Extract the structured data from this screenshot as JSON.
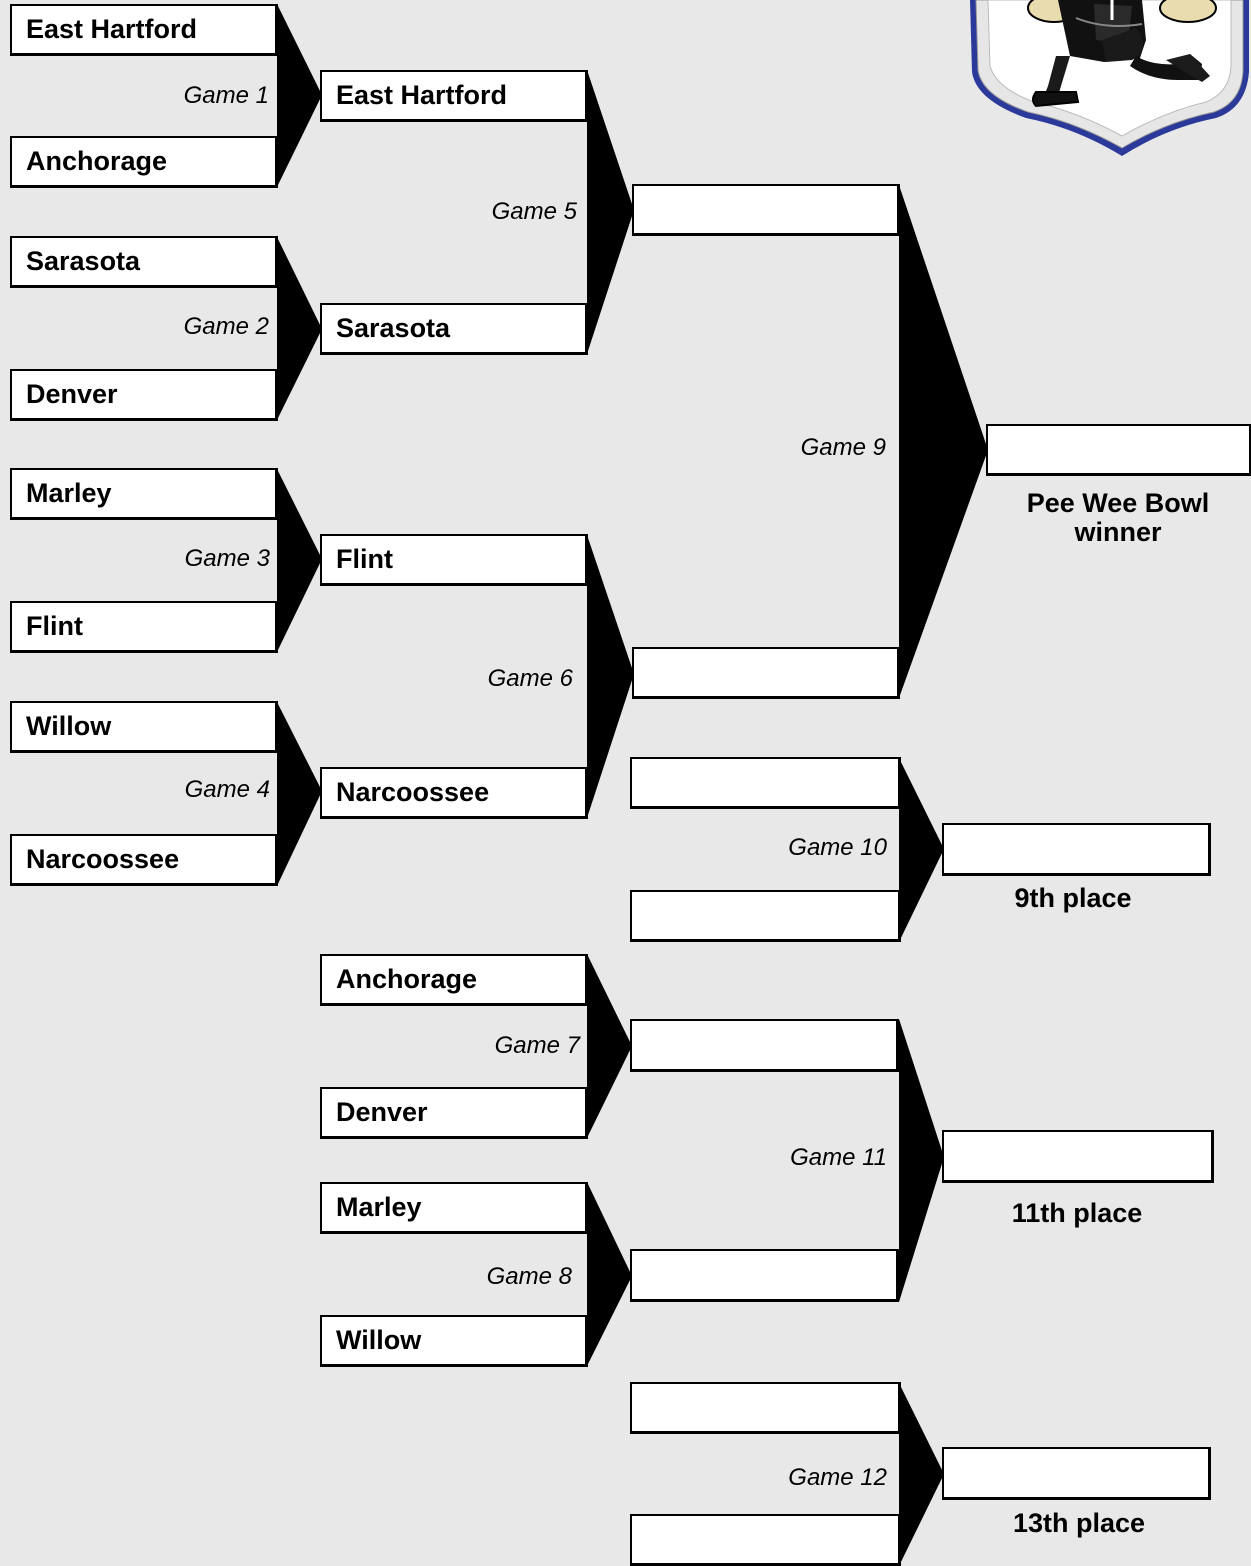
{
  "bracket": {
    "round1": [
      {
        "team": "East Hartford"
      },
      {
        "team": "Anchorage"
      },
      {
        "team": "Sarasota"
      },
      {
        "team": "Denver"
      },
      {
        "team": "Marley"
      },
      {
        "team": "Flint"
      },
      {
        "team": "Willow"
      },
      {
        "team": "Narcoossee"
      }
    ],
    "round2": [
      {
        "team": "East Hartford"
      },
      {
        "team": "Sarasota"
      },
      {
        "team": "Flint"
      },
      {
        "team": "Narcoossee"
      }
    ],
    "consolation_entrants": [
      {
        "team": "Anchorage"
      },
      {
        "team": "Denver"
      },
      {
        "team": "Marley"
      },
      {
        "team": "Willow"
      }
    ],
    "semifinal_slots": [
      {
        "team": ""
      },
      {
        "team": ""
      }
    ],
    "final_slot": {
      "team": ""
    },
    "game10_slots": [
      {
        "team": ""
      },
      {
        "team": ""
      }
    ],
    "game10_result": {
      "team": ""
    },
    "game7_8_results": [
      {
        "team": ""
      },
      {
        "team": ""
      }
    ],
    "game11_result": {
      "team": ""
    },
    "game12_slots": [
      {
        "team": ""
      },
      {
        "team": ""
      }
    ],
    "game12_result": {
      "team": ""
    },
    "games": {
      "g1": "Game 1",
      "g2": "Game 2",
      "g3": "Game 3",
      "g4": "Game 4",
      "g5": "Game 5",
      "g6": "Game 6",
      "g7": "Game 7",
      "g8": "Game 8",
      "g9": "Game 9",
      "g10": "Game 10",
      "g11": "Game 11",
      "g12": "Game 12"
    },
    "placements": {
      "winner_line1": "Pee Wee Bowl",
      "winner_line2": "winner",
      "ninth": "9th place",
      "eleventh": "11th place",
      "thirteenth": "13th place"
    },
    "colors": {
      "background": "#e8e8e8",
      "connector": "#000000",
      "box": "#ffffff"
    },
    "logo": {
      "icon": "football-player-crest-icon"
    }
  }
}
